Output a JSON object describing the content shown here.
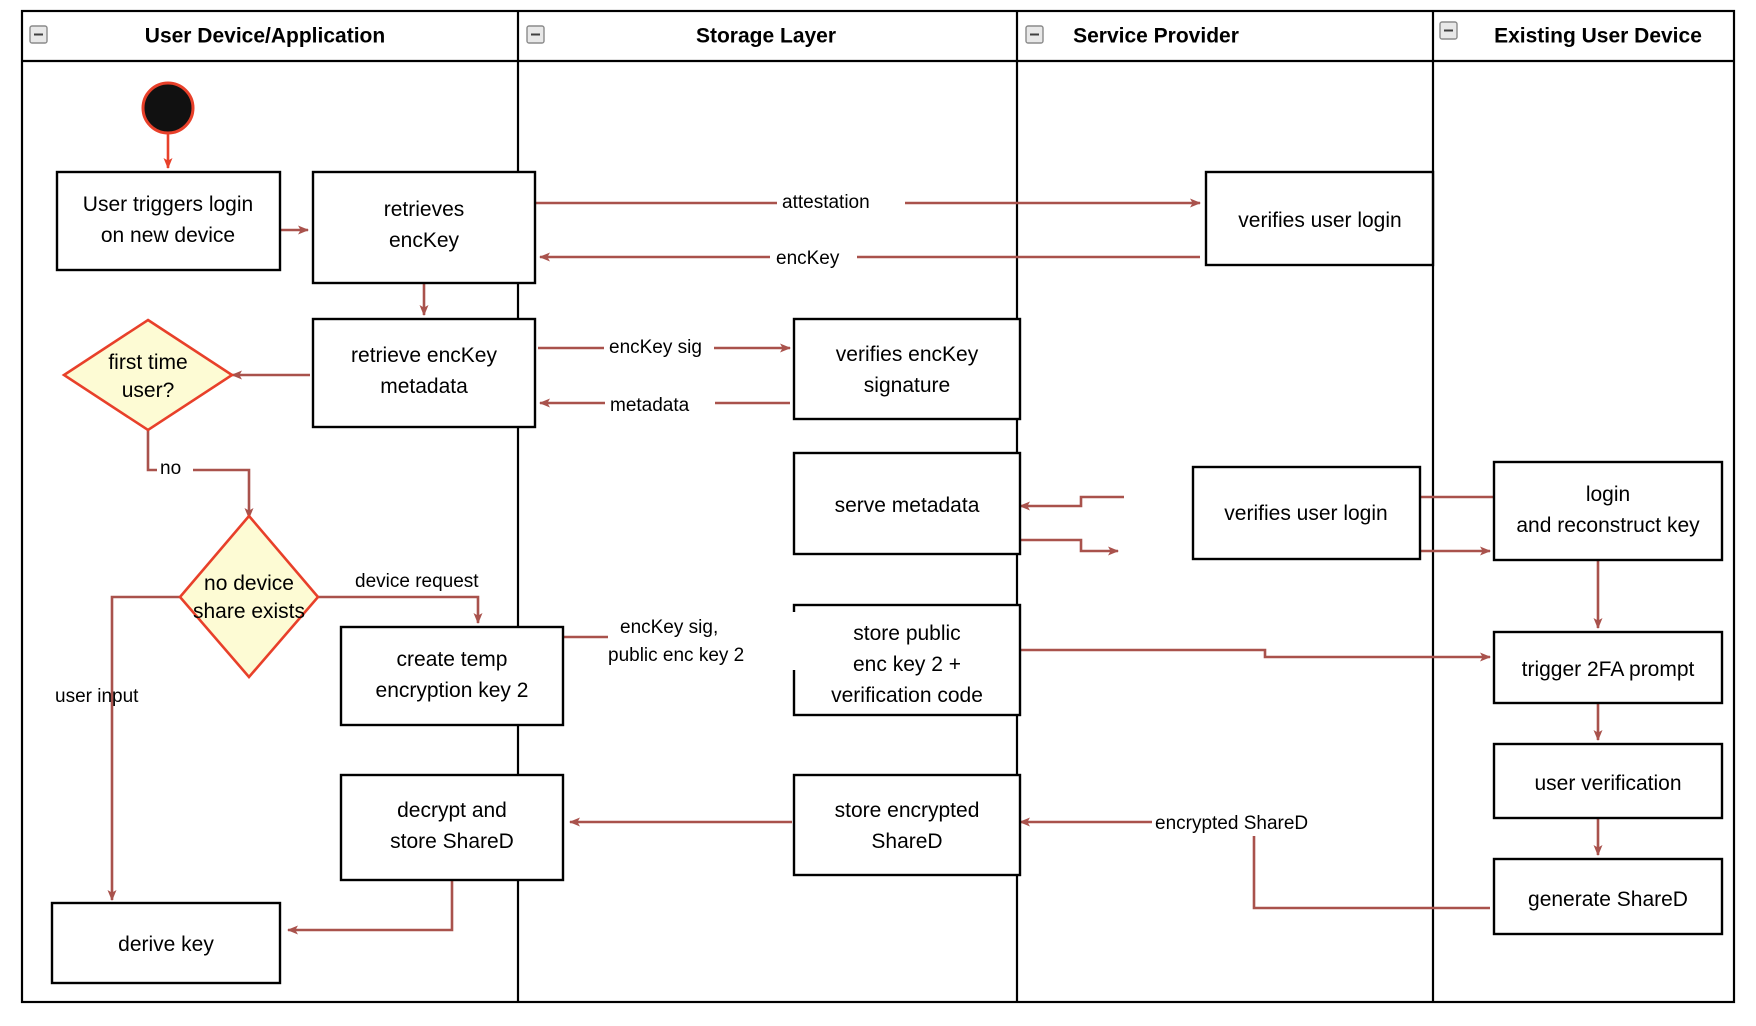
{
  "diagram": {
    "type": "uml-activity-swimlane",
    "title_bar_height": 50,
    "colors": {
      "flow_arrow": "#a9524c",
      "decision_fill": "#fdfbd4",
      "decision_stroke": "#e8402a",
      "box_stroke": "#000000",
      "lane_stroke": "#000000",
      "start_node_fill": "#111111",
      "start_node_stroke": "#e8402a",
      "background": "#ffffff"
    },
    "lanes": [
      {
        "id": "lane-user-device",
        "label": "User Device/Application",
        "collapse_icon": "minus-icon"
      },
      {
        "id": "lane-storage",
        "label": "Storage Layer",
        "collapse_icon": "minus-icon"
      },
      {
        "id": "lane-service-provider",
        "label": "Service Provider",
        "collapse_icon": "minus-icon"
      },
      {
        "id": "lane-existing-device",
        "label": "Existing User Device",
        "collapse_icon": "minus-icon"
      }
    ],
    "start_node": {
      "name": "start-node",
      "shape": "filled-circle"
    },
    "nodes": [
      {
        "id": "n1",
        "lane": "lane-user-device",
        "shape": "rect",
        "lines": [
          "User triggers login",
          "on new device"
        ]
      },
      {
        "id": "n2",
        "lane": "lane-user-device",
        "shape": "rect",
        "lines": [
          "retrieves",
          "encKey"
        ]
      },
      {
        "id": "n3",
        "lane": "lane-user-device",
        "shape": "rect",
        "lines": [
          "retrieve encKey",
          "metadata"
        ]
      },
      {
        "id": "d1",
        "lane": "lane-user-device",
        "shape": "diamond",
        "lines": [
          "first time",
          "user?"
        ]
      },
      {
        "id": "d2",
        "lane": "lane-user-device",
        "shape": "diamond",
        "lines": [
          "no device",
          "share exists"
        ]
      },
      {
        "id": "n4",
        "lane": "lane-user-device",
        "shape": "rect",
        "lines": [
          "create temp",
          "encryption key 2"
        ]
      },
      {
        "id": "n5",
        "lane": "lane-user-device",
        "shape": "rect",
        "lines": [
          "decrypt and",
          "store ShareD"
        ]
      },
      {
        "id": "n6",
        "lane": "lane-user-device",
        "shape": "rect",
        "lines": [
          "derive key"
        ]
      },
      {
        "id": "s1",
        "lane": "lane-storage",
        "shape": "rect",
        "lines": [
          "verifies encKey",
          "signature"
        ]
      },
      {
        "id": "s2",
        "lane": "lane-storage",
        "shape": "rect",
        "lines": [
          "serve metadata"
        ]
      },
      {
        "id": "s3",
        "lane": "lane-storage",
        "shape": "rect",
        "lines": [
          "store public",
          "enc key 2 +",
          "verification code"
        ]
      },
      {
        "id": "s4",
        "lane": "lane-storage",
        "shape": "rect",
        "lines": [
          "store encrypted",
          "ShareD"
        ]
      },
      {
        "id": "p1",
        "lane": "lane-service-provider",
        "shape": "rect",
        "lines": [
          "verifies user login"
        ]
      },
      {
        "id": "p2",
        "lane": "lane-service-provider",
        "shape": "rect",
        "lines": [
          "verifies user login"
        ]
      },
      {
        "id": "e1",
        "lane": "lane-existing-device",
        "shape": "rect",
        "lines": [
          "login",
          "and reconstruct key"
        ]
      },
      {
        "id": "e2",
        "lane": "lane-existing-device",
        "shape": "rect",
        "lines": [
          "trigger 2FA prompt"
        ]
      },
      {
        "id": "e3",
        "lane": "lane-existing-device",
        "shape": "rect",
        "lines": [
          "user verification"
        ]
      },
      {
        "id": "e4",
        "lane": "lane-existing-device",
        "shape": "rect",
        "lines": [
          "generate ShareD"
        ]
      }
    ],
    "edge_labels": [
      {
        "id": "lbl-attestation",
        "text": "attestation"
      },
      {
        "id": "lbl-enckey",
        "text": "encKey"
      },
      {
        "id": "lbl-enckey-sig",
        "text": "encKey sig"
      },
      {
        "id": "lbl-metadata",
        "text": "metadata"
      },
      {
        "id": "lbl-no",
        "text": "no"
      },
      {
        "id": "lbl-device-request",
        "text": "device request"
      },
      {
        "id": "lbl-user-input",
        "text": "user input"
      },
      {
        "id": "lbl-enckeysig2-a",
        "text": "encKey sig,"
      },
      {
        "id": "lbl-enckeysig2-b",
        "text": "public enc key 2"
      },
      {
        "id": "lbl-encrypted-shared",
        "text": "encrypted ShareD"
      }
    ]
  }
}
